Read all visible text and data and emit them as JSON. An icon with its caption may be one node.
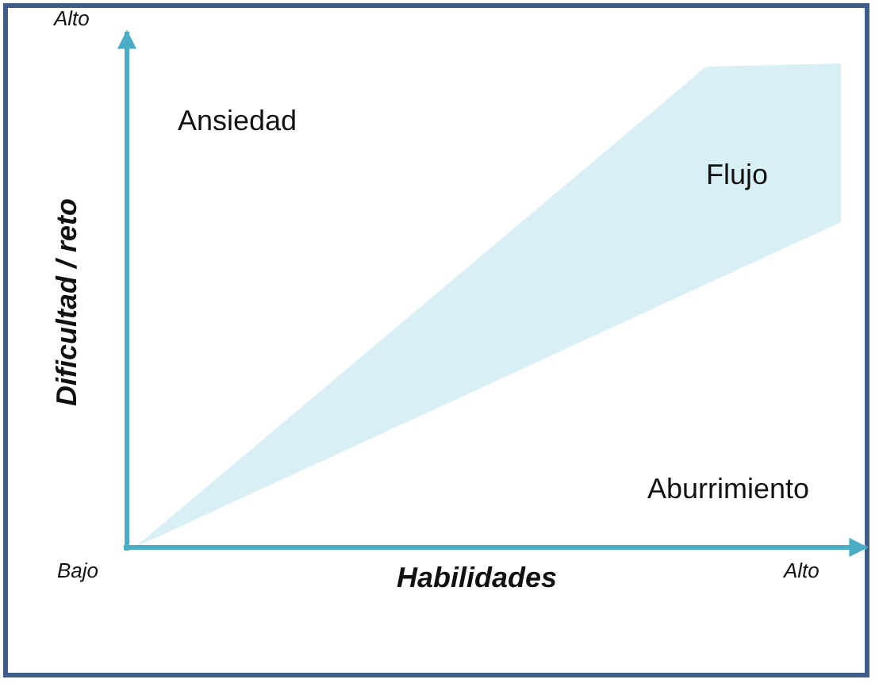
{
  "diagram": {
    "nodes": [
      {
        "text": [
          "Flujo"
        ]
      }
    ],
    "edges": [],
    "labels": [
      "Alto",
      "Ansiedad",
      "Dificultad / reto",
      "Aburrimiento",
      "Bajo",
      "Habilidades",
      "Alto"
    ]
  }
}
